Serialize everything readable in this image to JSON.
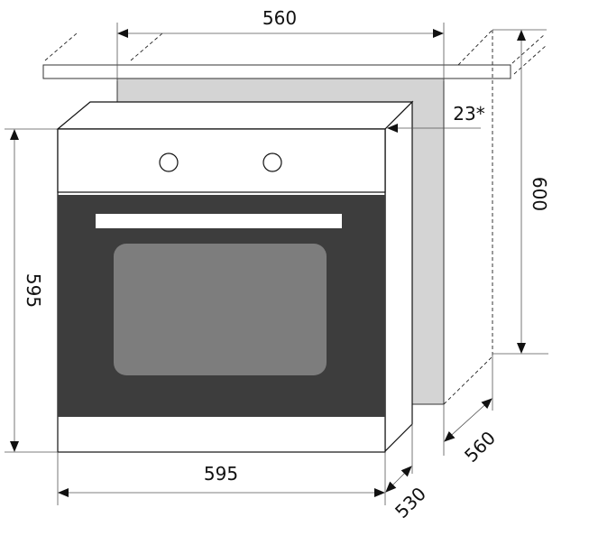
{
  "diagram": {
    "title_implied": "",
    "dimensions": {
      "niche_width": "560",
      "niche_height": "600",
      "niche_depth": "560",
      "oven_height": "595",
      "oven_width": "595",
      "oven_depth": "530",
      "front_offset": "23*"
    },
    "colors": {
      "niche": "#d4d4d4",
      "door": "#3d3d3d",
      "window": "#7d7d7d"
    }
  }
}
